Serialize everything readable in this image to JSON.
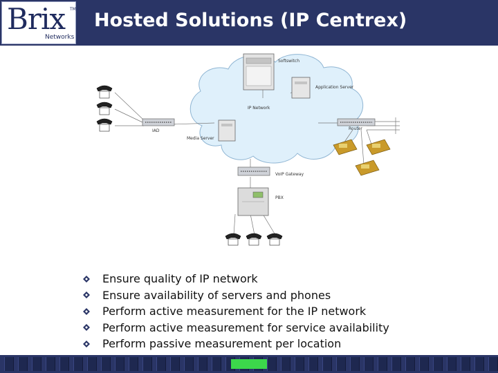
{
  "header": {
    "logo_text": "Brix",
    "logo_trademark": "TM",
    "logo_subtext": "Networks",
    "title": "Hosted Solutions (IP Centrex)"
  },
  "diagram": {
    "nodes": {
      "softswitch": "Softswitch",
      "application_server": "Application Server",
      "ip_network": "IP Network",
      "iad": "IAD",
      "media_server": "Media Server",
      "router": "Router",
      "voip_gateway": "VoIP Gateway",
      "pbx": "PBX"
    }
  },
  "bullets": [
    "Ensure quality of IP network",
    "Ensure availability of servers and phones",
    "Perform active measurement for the IP network",
    "Perform active measurement for service availability",
    "Perform passive measurement per location"
  ],
  "colors": {
    "header_bg": "#2a3566",
    "footer_bg": "#2a3566",
    "footer_accent": "#3cd84b",
    "cloud_fill": "#dff0fb",
    "phone_gold": "#c99a2a"
  },
  "icons": {
    "bullet": "diamond-bullet-icon",
    "phone": "telephone-icon"
  }
}
